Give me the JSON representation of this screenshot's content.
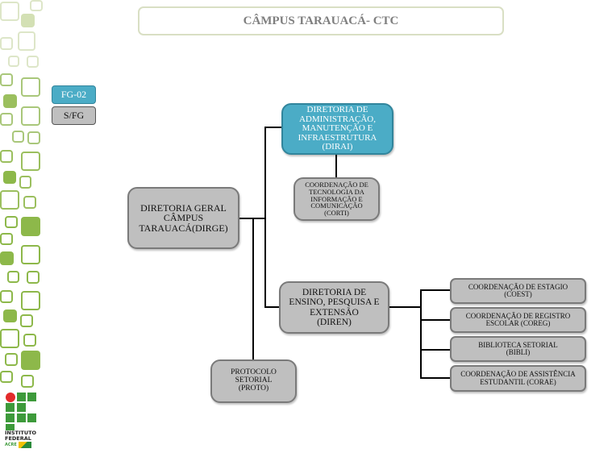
{
  "title": "CÂMPUS TARAUACÁ- CTC",
  "legend": [
    {
      "label": "FG-02",
      "color": "#4bacc6"
    },
    {
      "label": "S/FG",
      "color": "#bfbfbf"
    }
  ],
  "nodes": {
    "dirge": "DIRETORIA GERAL\nCÂMPUS\nTARAUACÁ(DIRGE)",
    "dirai": "DIRETORIA DE\nADMINISTRAÇÃO,\nMANUTENÇÃO E\nINFRAESTRUTURA\n(DIRAI)",
    "corti": "COORDENAÇÃO DE\nTECNOLOGIA DA\nINFORMAÇÃO E\nCOMUNICAÇÃO\n(CORTI)",
    "diren": "DIRETORIA DE\nENSINO, PESQUISA E\nEXTENSÃO\n(DIREN)",
    "proto": "PROTOCOLO\nSETORIAL\n(PROTO)",
    "coest": "COORDENAÇÃO DE ESTAGIO\n(COEST)",
    "coreg": "COORDENAÇÃO DE REGISTRO\nESCOLAR (COREG)",
    "bibli": "BIBLIOTECA SETORIAL\n(BIBLI)",
    "corae": "COORDENAÇÃO DE ASSISTÊNCIA\nESTUDANTIL (CORAE)"
  },
  "logo": {
    "line1": "INSTITUTO",
    "line2": "FEDERAL",
    "line3": "ACRE"
  },
  "colors": {
    "fg02": "#4bacc6",
    "sfg": "#bfbfbf",
    "decor_light": "#d3e0b4",
    "decor_green": "#8db84a"
  }
}
